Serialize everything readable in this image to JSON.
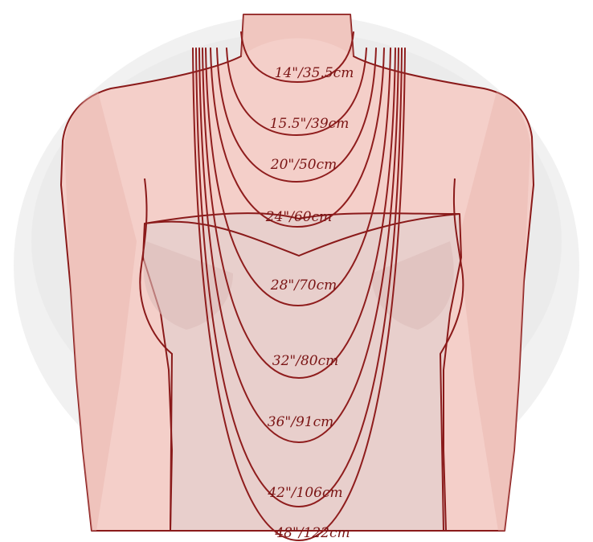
{
  "colors": {
    "background": "#ffffff",
    "wash": "#ececec",
    "skin": "#f4cfc9",
    "skin_shade": "#e9b4ad",
    "garment": "#e8cfcc",
    "garment_shade": "#dcbcb9",
    "outline": "#8a1a1a",
    "chain": "#8f1d1d"
  },
  "necklaces": [
    {
      "label": "14\"/35.5cm"
    },
    {
      "label": "15.5\"/39cm"
    },
    {
      "label": "20\"/50cm"
    },
    {
      "label": "24\"/60cm"
    },
    {
      "label": "28\"/70cm"
    },
    {
      "label": "32\"/80cm"
    },
    {
      "label": "36\"/91cm"
    },
    {
      "label": "42\"/106cm"
    },
    {
      "label": "48\"/122cm"
    }
  ]
}
